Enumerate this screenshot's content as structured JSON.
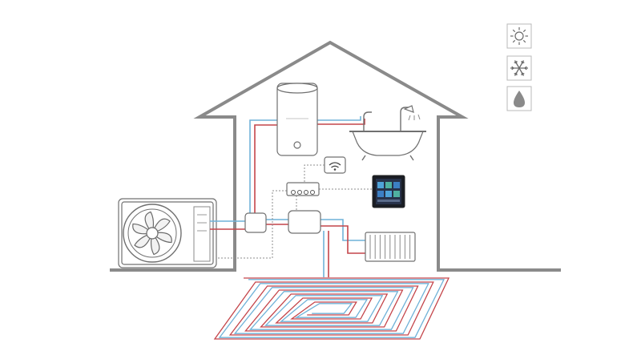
{
  "colors": {
    "hot": "#c4454a",
    "cold": "#6fb2d8",
    "wall": "#8a8a8a",
    "device_stroke": "#707070",
    "screen": "#1a1d24"
  },
  "legend": [
    {
      "name": "heating-mode",
      "icon": "sun-icon"
    },
    {
      "name": "cooling-mode",
      "icon": "snowflake-icon"
    },
    {
      "name": "hot-water-mode",
      "icon": "water-drop-icon"
    }
  ],
  "components": [
    "heat-pump-outdoor-unit",
    "hot-water-tank",
    "bathtub-shower",
    "wifi-module",
    "control-panel",
    "manifold",
    "hydraulic-module",
    "junction-box",
    "radiator",
    "underfloor-heating-coil"
  ]
}
